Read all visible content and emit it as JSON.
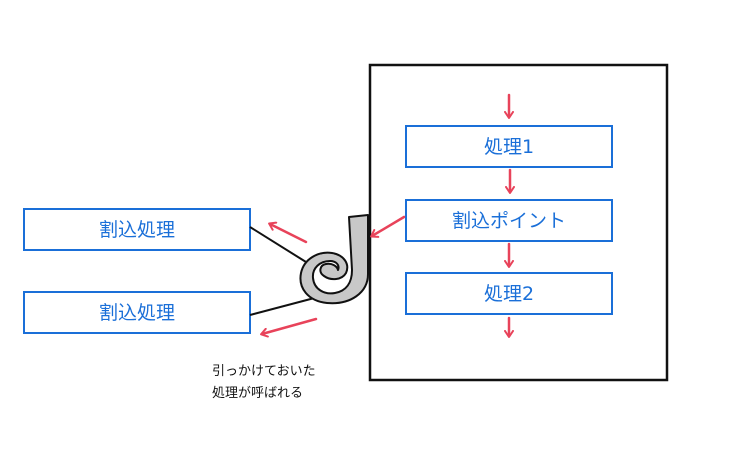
{
  "colors": {
    "box_border": "#1a6fd8",
    "box_text": "#1a6fd8",
    "arrow": "#e8435a",
    "frame": "#111111",
    "hook_fill": "#c8c8c8",
    "hook_stroke": "#111111"
  },
  "main_flow": {
    "step1": "処理1",
    "interrupt_point": "割込ポイント",
    "step2": "処理2"
  },
  "handlers": {
    "handler_top": "割込処理",
    "handler_bottom": "割込処理"
  },
  "note": {
    "line1": "引っかけておいた",
    "line2": "処理が呼ばれる"
  },
  "icons": [
    "hook-icon",
    "arrow-down-icon",
    "arrow-left-icon"
  ]
}
